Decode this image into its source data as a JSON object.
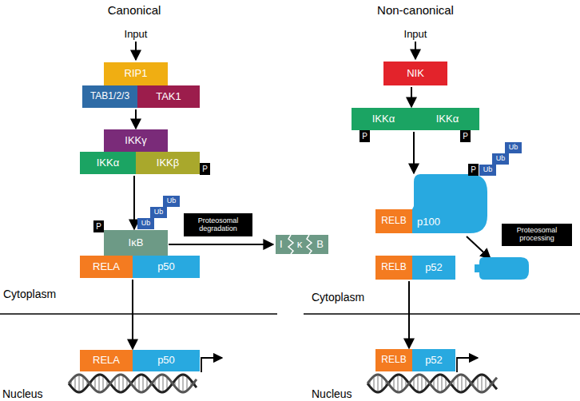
{
  "diagram": {
    "nodes": [
      {
        "text": [
          "RIP1"
        ]
      },
      {
        "text": [
          "TAB1/2/3"
        ]
      },
      {
        "text": [
          "TAK1"
        ]
      },
      {
        "text": [
          "IKKγ"
        ]
      },
      {
        "text": [
          "IKKα"
        ]
      },
      {
        "text": [
          "IKKβ"
        ]
      },
      {
        "text": [
          "P"
        ]
      },
      {
        "text": [
          "Ub"
        ]
      },
      {
        "text": [
          "Ub"
        ]
      },
      {
        "text": [
          "Ub"
        ]
      },
      {
        "text": [
          "P"
        ]
      },
      {
        "text": [
          "IκB"
        ]
      },
      {
        "text": [
          "Proteosomal degradation"
        ]
      },
      {
        "text": [
          "RELA"
        ]
      },
      {
        "text": [
          "p50"
        ]
      },
      {
        "text": [
          "I",
          "κ",
          "B"
        ]
      },
      {
        "text": [
          "RELA"
        ]
      },
      {
        "text": [
          "p50"
        ]
      },
      {
        "text": [
          "NIK"
        ]
      },
      {
        "text": [
          "IKKα"
        ]
      },
      {
        "text": [
          "IKKα"
        ]
      },
      {
        "text": [
          "P"
        ]
      },
      {
        "text": [
          "P"
        ]
      },
      {
        "text": [
          "P"
        ]
      },
      {
        "text": [
          "Ub"
        ]
      },
      {
        "text": [
          "Ub"
        ]
      },
      {
        "text": [
          "Ub"
        ]
      },
      {
        "text": [
          "RELB"
        ]
      },
      {
        "text": [
          "p100"
        ]
      },
      {
        "text": [
          "Proteosomal processing"
        ]
      },
      {
        "text": [
          "RELB"
        ]
      },
      {
        "text": [
          "p52"
        ]
      },
      {
        "text": [
          "RELB"
        ]
      },
      {
        "text": [
          "p52"
        ]
      }
    ],
    "edges": [
      {
        "from": 1,
        "to": 3,
        "arrow": "to"
      },
      {
        "from": 4,
        "to": 11,
        "arrow": "to"
      },
      {
        "from": 11,
        "to": 15,
        "arrow": "to"
      },
      {
        "from": 13,
        "to": 16,
        "arrow": "to"
      },
      {
        "from": 18,
        "to": 19,
        "arrow": "to"
      },
      {
        "from": 19,
        "to": 28,
        "arrow": "to"
      },
      {
        "from": 30,
        "to": 32,
        "arrow": "to"
      }
    ],
    "labels": [
      "Canonical",
      "Input",
      "Cytoplasm",
      "Nucleus",
      "Non-canonical",
      "Input",
      "Cytoplasm",
      "Nucleus"
    ]
  }
}
